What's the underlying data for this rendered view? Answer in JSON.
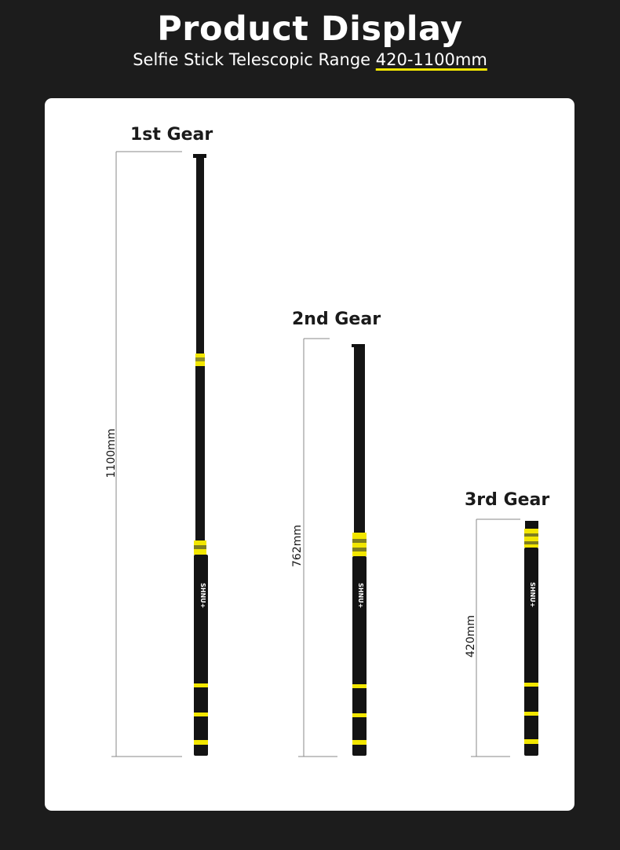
{
  "header": {
    "title": "Product Display",
    "subtitle_prefix": "Selfie Stick Telescopic Range ",
    "subtitle_range": "420-1100mm"
  },
  "gears": [
    {
      "label": "1st Gear",
      "length": "1100mm"
    },
    {
      "label": "2nd Gear",
      "length": "762mm"
    },
    {
      "label": "3rd Gear",
      "length": "420mm"
    }
  ],
  "brand_mark": "SHNU+",
  "colors": {
    "background": "#1c1c1c",
    "panel": "#ffffff",
    "stick": "#111111",
    "accent": "#f2e600",
    "measure_line": "#8a8a8a"
  }
}
